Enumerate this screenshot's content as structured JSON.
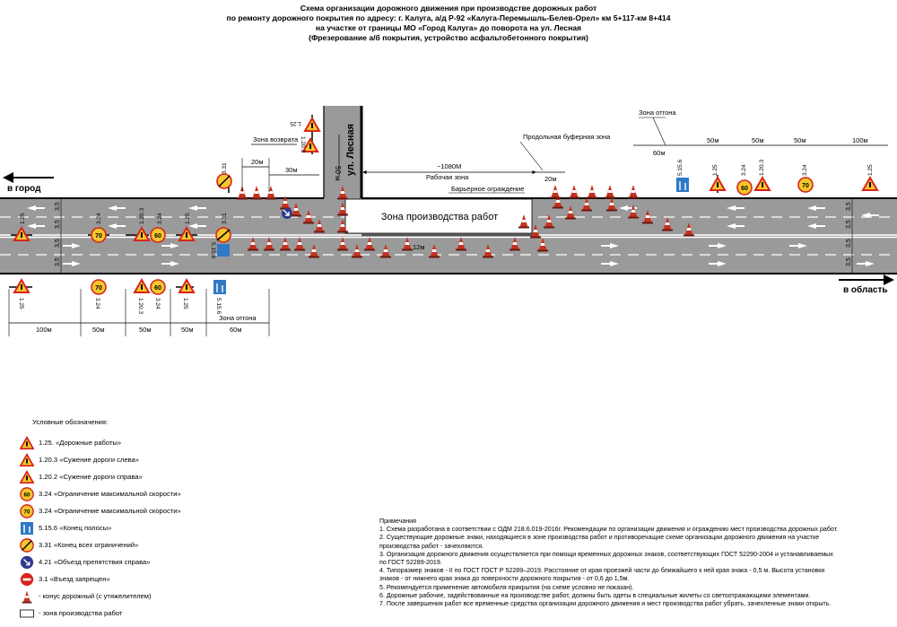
{
  "title": {
    "line1": "Схема организации дорожного движения при производстве дорожных работ",
    "line2": "по ремонту дорожного покрытия по адресу: г. Калуга, а/д Р-92 «Калуга-Перемышль-Белев-Орел» км 5+117-км 8+414",
    "line3": "на участке от границы МО «Город Калуга» до поворота на ул. Лесная",
    "line4": "(Фрезерование а/б покрытия, устройство асфальтобетонного покрытия)"
  },
  "directions": {
    "left": "в город",
    "right": "в область"
  },
  "street": "ул. Лесная",
  "street_width": "50 м",
  "zones": {
    "work_zone": "Зона производства работ",
    "work_length": "~1080М",
    "work_label": "Рабочая зона",
    "barrier": "Барьерное ограждение",
    "buffer": "Продольная буферная зона",
    "buffer_len": "20м",
    "return": "Зона возврата",
    "overtake_top": "Зона отгона",
    "overtake_bottom": "Зона отгона",
    "cone_spacing": "12м"
  },
  "lane_widths": [
    "3,5",
    "3,5",
    "3,5",
    "3,5"
  ],
  "top_dims": [
    "20м",
    "30м",
    "60м",
    "50м",
    "50м",
    "50м",
    "100м"
  ],
  "bottom_dims": [
    "100м",
    "50м",
    "50м",
    "50м",
    "60м"
  ],
  "sign_codes": {
    "s125": "1.25",
    "s1203": "1.20.3",
    "s324": "3.24",
    "s331": "3.31",
    "s5156": "5.15.6"
  },
  "speed_values": {
    "v60": "60",
    "v70": "70"
  },
  "legend": {
    "heading": "Условные обозначения:",
    "items": [
      {
        "icon": "roadworks-icon",
        "text": "1.25. «Дорожные работы»"
      },
      {
        "icon": "narrow-left-icon",
        "text": "1.20.3 «Сужение дороги слева»"
      },
      {
        "icon": "narrow-right-icon",
        "text": "1.20.2 «Сужение дороги справа»"
      },
      {
        "icon": "speed-60-icon",
        "text": "3.24 «Ограничение максимальной скорости»"
      },
      {
        "icon": "speed-70-icon",
        "text": "3.24 «Ограничение максимальной скорости»"
      },
      {
        "icon": "lane-end-icon",
        "text": "5.15.6 «Конец полосы»"
      },
      {
        "icon": "end-restrictions-icon",
        "text": "3.31 «Конец всех ограничений»"
      },
      {
        "icon": "keep-right-icon",
        "text": "4.21 «Объезд препятствия справа»"
      },
      {
        "icon": "no-entry-icon",
        "text": "3.1 «Въезд запрещен»"
      },
      {
        "icon": "cone-icon",
        "text": "- конус дорожный (с утяжелителем)"
      },
      {
        "icon": "work-zone-icon",
        "text": "- зона производства работ"
      }
    ]
  },
  "notes": {
    "heading": "Примечания",
    "lines": [
      "1. Схема разработана в соответствии с ОДМ 218.6.019-2016г. Рекомендации по организации движения и ограждению мест производства дорожных работ.",
      "2. Существующие дорожные знаки, находящиеся в зоне производства работ и противоречащие схеме организации дорожного движения на участке",
      "производства работ - зачехляются.",
      "3. Организация дорожного движения осуществляется при помощи временных дорожных знаков, соответствующих ГОСТ 52290-2004 и устанавливаемых",
      "по ГОСТ 52289-2019.",
      "4. Типоразмер знаков - II по ГОСТ ГОСТ Р 52289–2019. Расстояние от края проезжей части до ближайшего к ней края знака - 0,5 м. Высота установки",
      "знаков - от нижнего края знака до поверхности дорожного покрытия - от 0,6 до 1,5м.",
      "5. Рекомендуется применение автомобиля прикрытия (на схеме условно не показан).",
      "6. Дорожные рабочие, задействованные на производстве работ, должны быть одеты в специальные жилеты со светоотражающими элементами.",
      "7. После завершения работ все временные средства организации дорожного движения и мест производства работ убрать, зачехленные знаки открыть."
    ]
  },
  "colors": {
    "road": "#9a9a9a",
    "sign_yellow": "#f4c72c",
    "sign_red": "#d8241c",
    "sign_blue": "#2f79c6",
    "cone": "#c5321f"
  }
}
